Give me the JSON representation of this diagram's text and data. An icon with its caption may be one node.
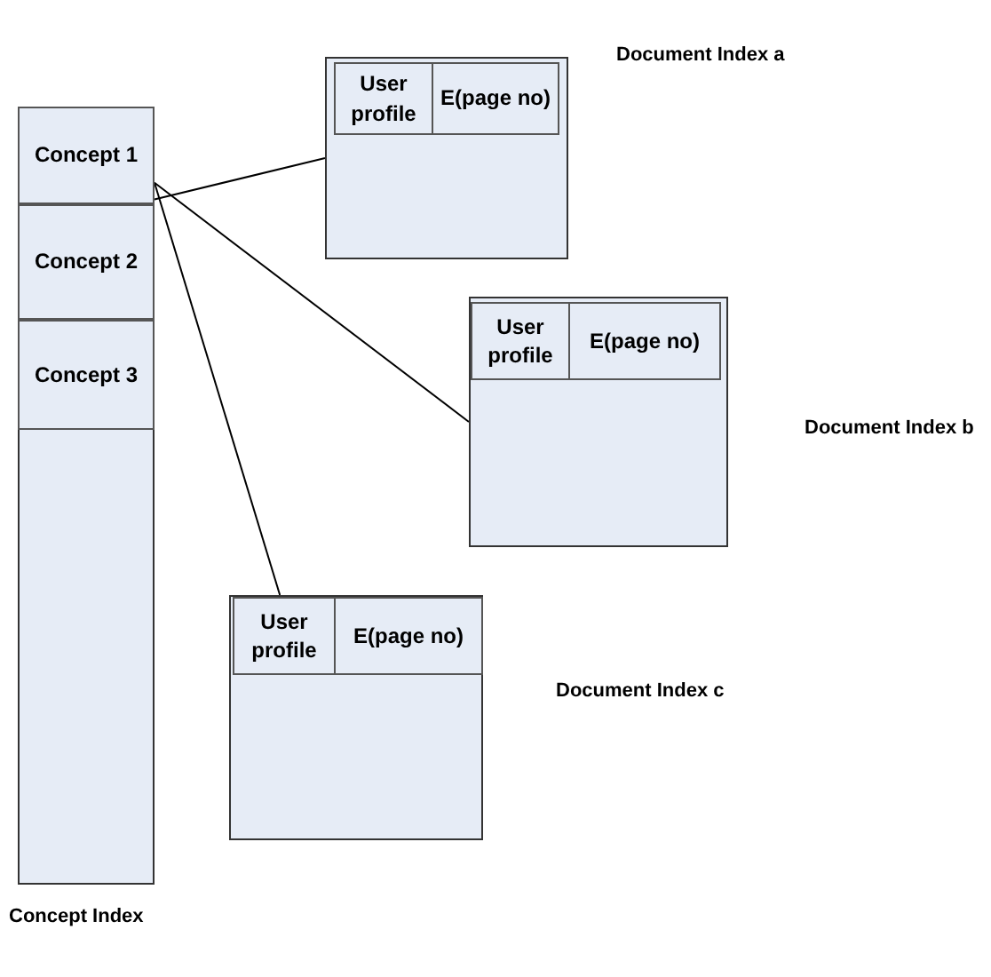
{
  "diagram": {
    "nodes": [
      {
        "text": [],
        "shape": "box",
        "beside": [
          "Concept Index"
        ]
      },
      {
        "text": [
          "Concept 1"
        ],
        "in": 0
      },
      {
        "text": [
          "Concept 2"
        ],
        "in": 0
      },
      {
        "text": [
          "Concept 3"
        ],
        "in": 0
      },
      {
        "text": [],
        "shape": "box",
        "beside": [
          "Document Index a"
        ]
      },
      {
        "text": [
          "User profile"
        ],
        "in": 4
      },
      {
        "text": [
          "E(page no)"
        ],
        "in": 4
      },
      {
        "text": [],
        "shape": "box",
        "beside": [
          "Document Index b"
        ]
      },
      {
        "text": [
          "User profile"
        ],
        "in": 7
      },
      {
        "text": [
          "E(page no)"
        ],
        "in": 7
      },
      {
        "text": [],
        "shape": "box",
        "beside": [
          "Document Index c"
        ]
      },
      {
        "text": [
          "User profile"
        ],
        "in": 10
      },
      {
        "text": [
          "E(page no)"
        ],
        "in": 10
      }
    ],
    "edges": [
      {
        "from": 1,
        "to": 4,
        "arrow": "none"
      },
      {
        "from": 1,
        "to": 7,
        "arrow": "none"
      },
      {
        "from": 1,
        "to": 10,
        "arrow": "none"
      }
    ]
  }
}
